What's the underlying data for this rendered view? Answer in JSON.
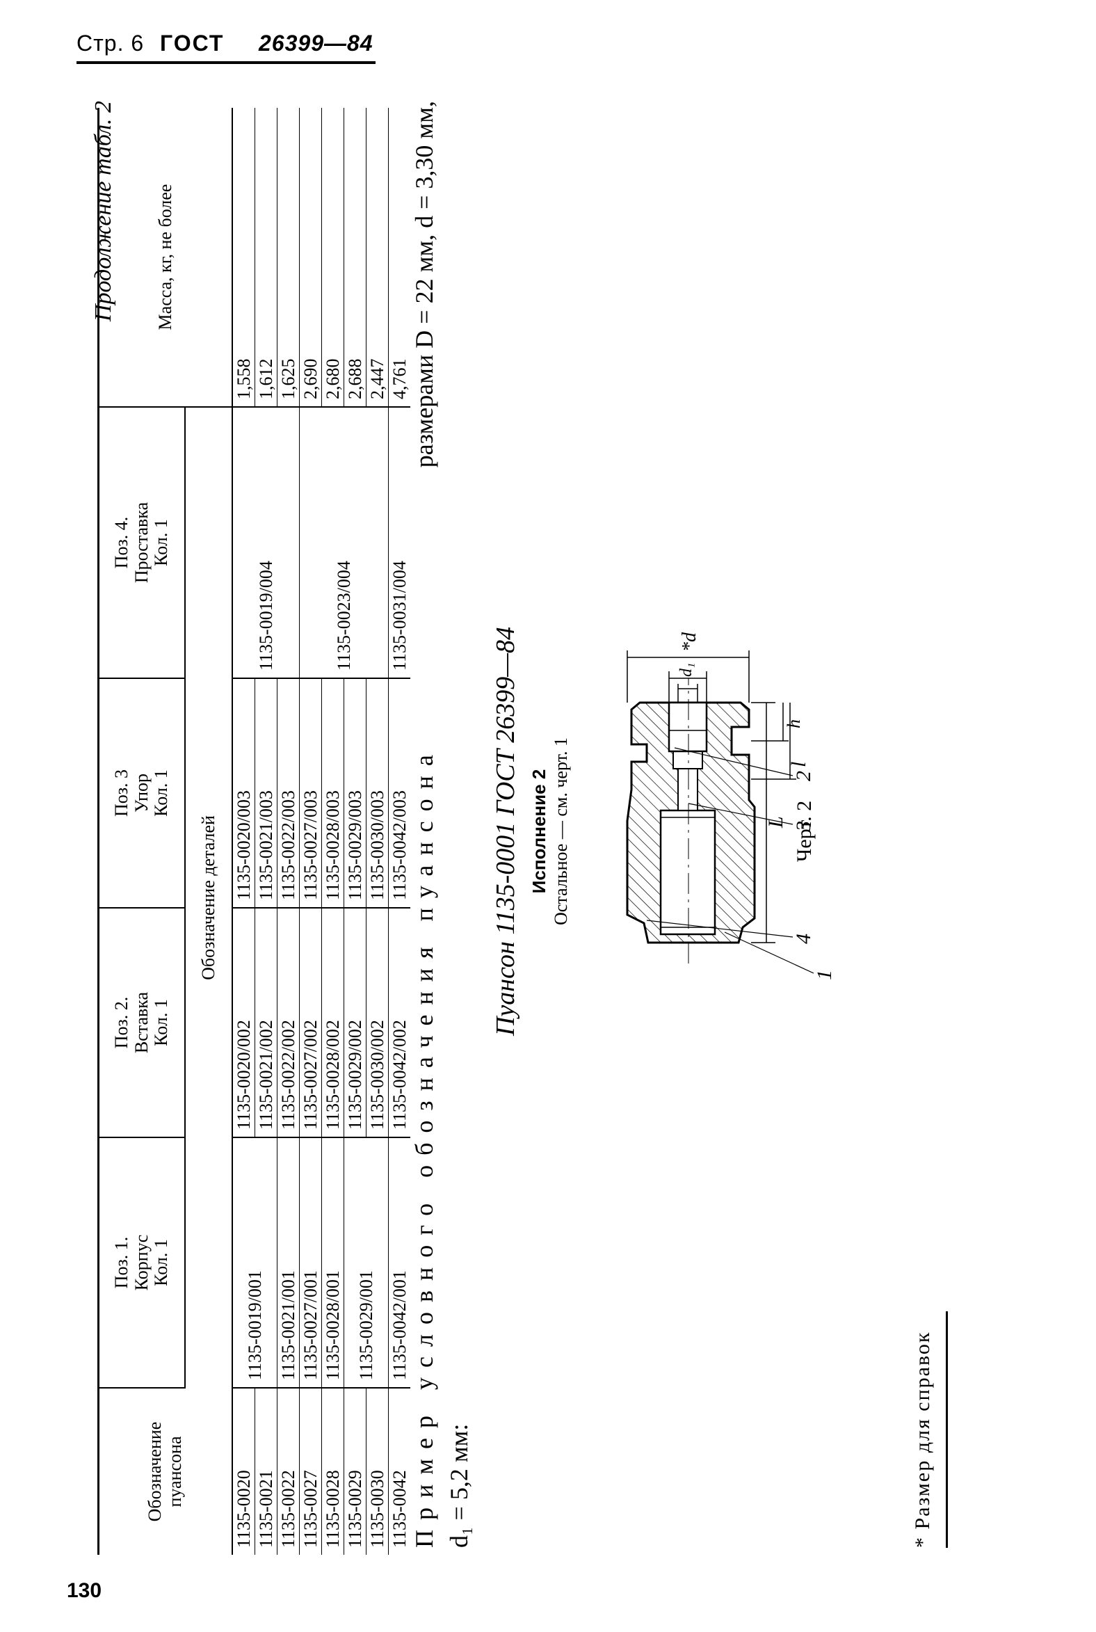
{
  "header": {
    "page": "Стр. 6",
    "gost": "ГОСТ",
    "number": "26399—84"
  },
  "page_number": "130",
  "continuation": "Продолжение табл. 2",
  "table": {
    "col_punch": "Обозначение пуансона",
    "col_details": "Обозначение деталей",
    "col_mass": "Масса, кг, не более",
    "pos1": {
      "pos": "Поз. 1.",
      "name": "Корпус",
      "qty": "Кол. 1"
    },
    "pos2": {
      "pos": "Поз. 2.",
      "name": "Вставка",
      "qty": "Кол. 1"
    },
    "pos3": {
      "pos": "Поз. 3",
      "name": "Упор",
      "qty": "Кол. 1"
    },
    "pos4": {
      "pos": "Поз. 4.",
      "name": "Проставка",
      "qty": "Кол. 1"
    },
    "rows": [
      {
        "punch": "1135-0020",
        "p2": "1135-0020/002",
        "p3": "1135-0020/003",
        "mass": "1,558"
      },
      {
        "punch": "1135-0021",
        "p2": "1135-0021/002",
        "p3": "1135-0021/003",
        "mass": "1,612"
      },
      {
        "punch": "1135-0022",
        "p2": "1135-0022/002",
        "p3": "1135-0022/003",
        "mass": "1,625"
      },
      {
        "punch": "1135-0027",
        "p2": "1135-0027/002",
        "p3": "1135-0027/003",
        "mass": "2,690"
      },
      {
        "punch": "1135-0028",
        "p2": "1135-0028/002",
        "p3": "1135-0028/003",
        "mass": "2,680"
      },
      {
        "punch": "1135-0029",
        "p2": "1135-0029/002",
        "p3": "1135-0029/003",
        "mass": "2,688"
      },
      {
        "punch": "1135-0030",
        "p2": "1135-0030/002",
        "p3": "1135-0030/003",
        "mass": "2,447"
      },
      {
        "punch": "1135-0042",
        "p2": "1135-0042/002",
        "p3": "1135-0042/003",
        "mass": "4,761"
      }
    ],
    "p1_groups": [
      "1135-0019/001",
      "1135-0021/001",
      "1135-0027/001",
      "1135-0028/001",
      "1135-0029/001",
      "1135-0042/001"
    ],
    "p4_groups": [
      "1135-0019/004",
      "1135-0023/004",
      "1135-0031/004"
    ]
  },
  "example": {
    "lead": "Пример условного обозначения пуансона",
    "dims": "размерами D = 22 мм, d = 3,30 мм,",
    "line2": "d₁ = 5,2 мм:"
  },
  "title": "Пуансон 1135-0001 ГОСТ 26399—84",
  "ispolnenie": "Исполнение 2",
  "rest": "Остальное — см. черт. 1",
  "drawing": {
    "callouts": [
      "1",
      "4",
      "3",
      "2"
    ],
    "dims": {
      "d": "*d",
      "d1": "d₁",
      "h": "h",
      "l": "l",
      "L": "L"
    }
  },
  "chert": "Черт. 2",
  "footnote": "* Размер для справок"
}
